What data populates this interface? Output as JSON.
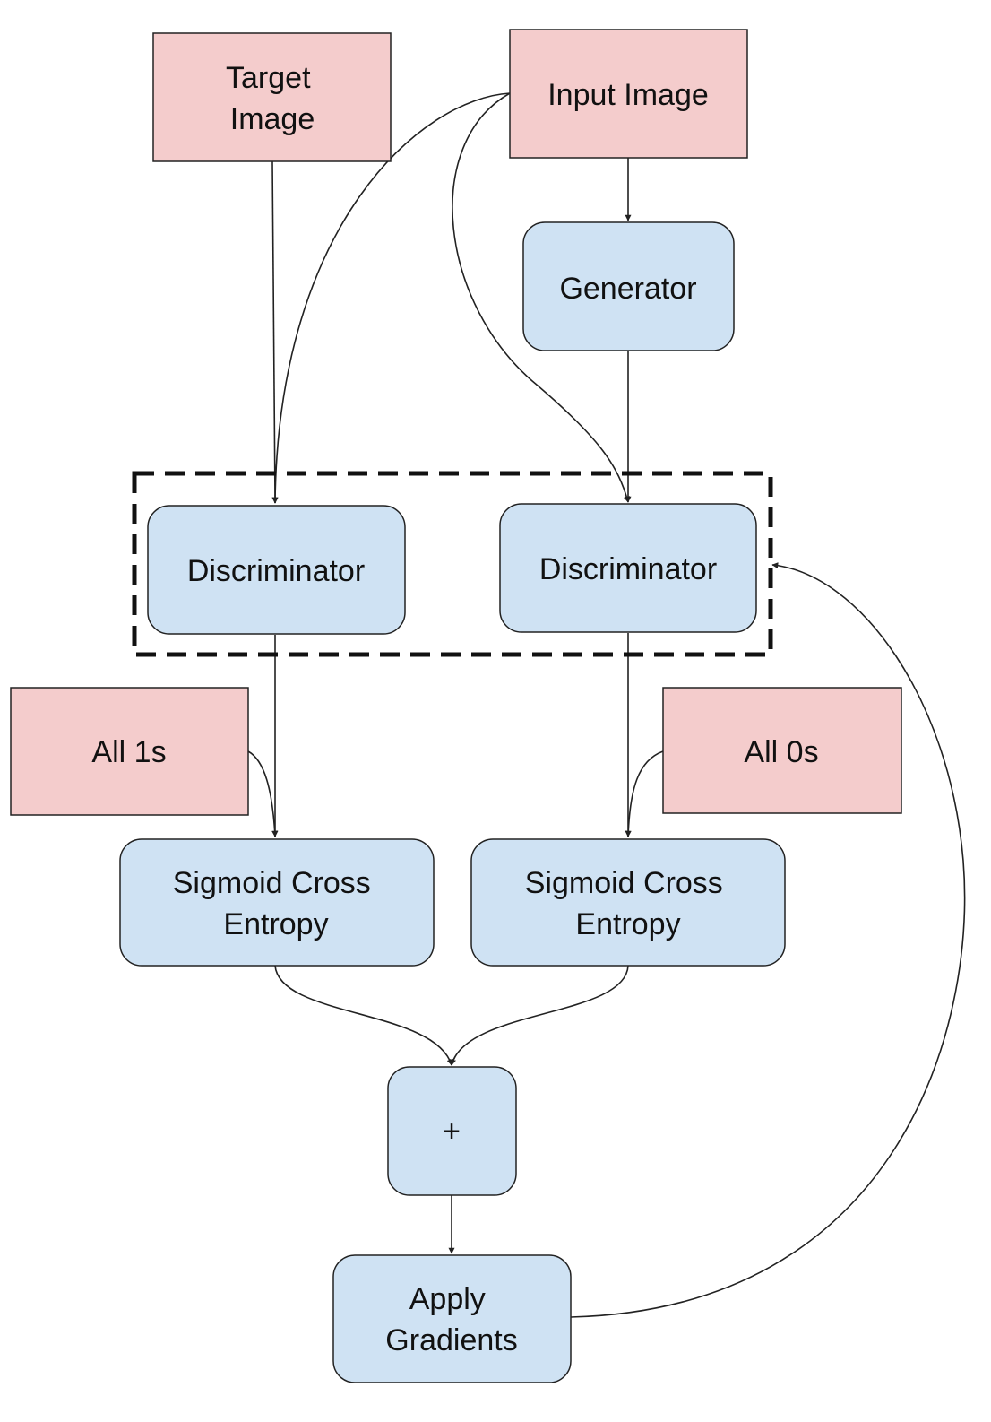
{
  "colors": {
    "input_fill": "#f4cccc",
    "process_fill": "#cfe2f3",
    "stroke": "#222222"
  },
  "nodes": {
    "target_image": {
      "lines": [
        "Target",
        "Image"
      ]
    },
    "input_image": {
      "lines": [
        "Input Image"
      ]
    },
    "generator": {
      "lines": [
        "Generator"
      ]
    },
    "discriminator_left": {
      "lines": [
        "Discriminator"
      ]
    },
    "discriminator_right": {
      "lines": [
        "Discriminator"
      ]
    },
    "all_1s": {
      "lines": [
        "All 1s"
      ]
    },
    "all_0s": {
      "lines": [
        "All 0s"
      ]
    },
    "sigmoid_ce_left": {
      "lines": [
        "Sigmoid Cross",
        "Entropy"
      ]
    },
    "sigmoid_ce_right": {
      "lines": [
        "Sigmoid Cross",
        "Entropy"
      ]
    },
    "plus": {
      "lines": [
        "+"
      ]
    },
    "apply_gradients": {
      "lines": [
        "Apply",
        "Gradients"
      ]
    }
  }
}
